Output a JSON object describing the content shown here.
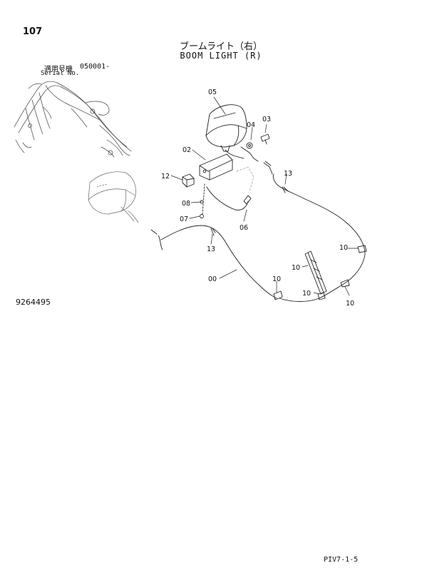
{
  "header": {
    "page_number": "107",
    "title_ja": "ブームライト（右）",
    "title_en": "BOOM LIGHT (R)",
    "serial_ja": "適用号機",
    "serial_value": "050001-",
    "serial_en": "Serial No."
  },
  "drawing_number": "9264495",
  "page_code": "PIV7-1-5",
  "parts": {
    "p05": "05",
    "p04": "04",
    "p03": "03",
    "p02": "02",
    "p12": "12",
    "p13a": "13",
    "p08": "08",
    "p07": "07",
    "p06": "06",
    "p13b": "13",
    "p00": "00",
    "p10a": "10",
    "p10b": "10",
    "p10c": "10",
    "p10d": "10",
    "p10e": "10"
  }
}
